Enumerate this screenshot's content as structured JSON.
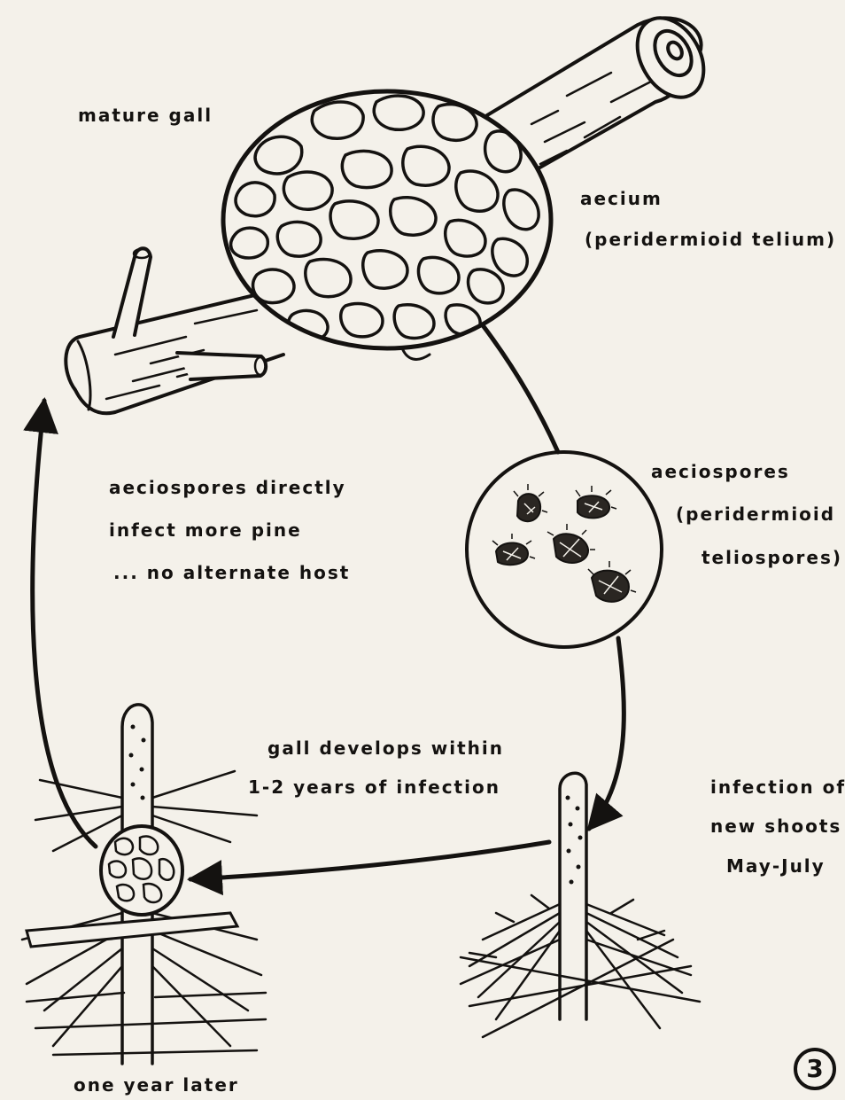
{
  "labels": {
    "mature_gall": "mature gall",
    "aecium": "aecium",
    "peridermioid_telium": "(peridermioid telium)",
    "aeciospores": "aeciospores",
    "peridermioid": "(peridermioid",
    "teliospores": "teliospores)",
    "direct_1": "aeciospores directly",
    "direct_2": "infect more pine",
    "direct_3": "... no alternate host",
    "gall_dev_1": "gall develops within",
    "gall_dev_2": "1-2 years of infection",
    "infection_1": "infection of",
    "infection_2": "new shoots",
    "infection_3": "May-July",
    "one_year": "one year later"
  },
  "page_number": "3",
  "colors": {
    "ink": "#141210",
    "paper": "#f4f1ea"
  }
}
